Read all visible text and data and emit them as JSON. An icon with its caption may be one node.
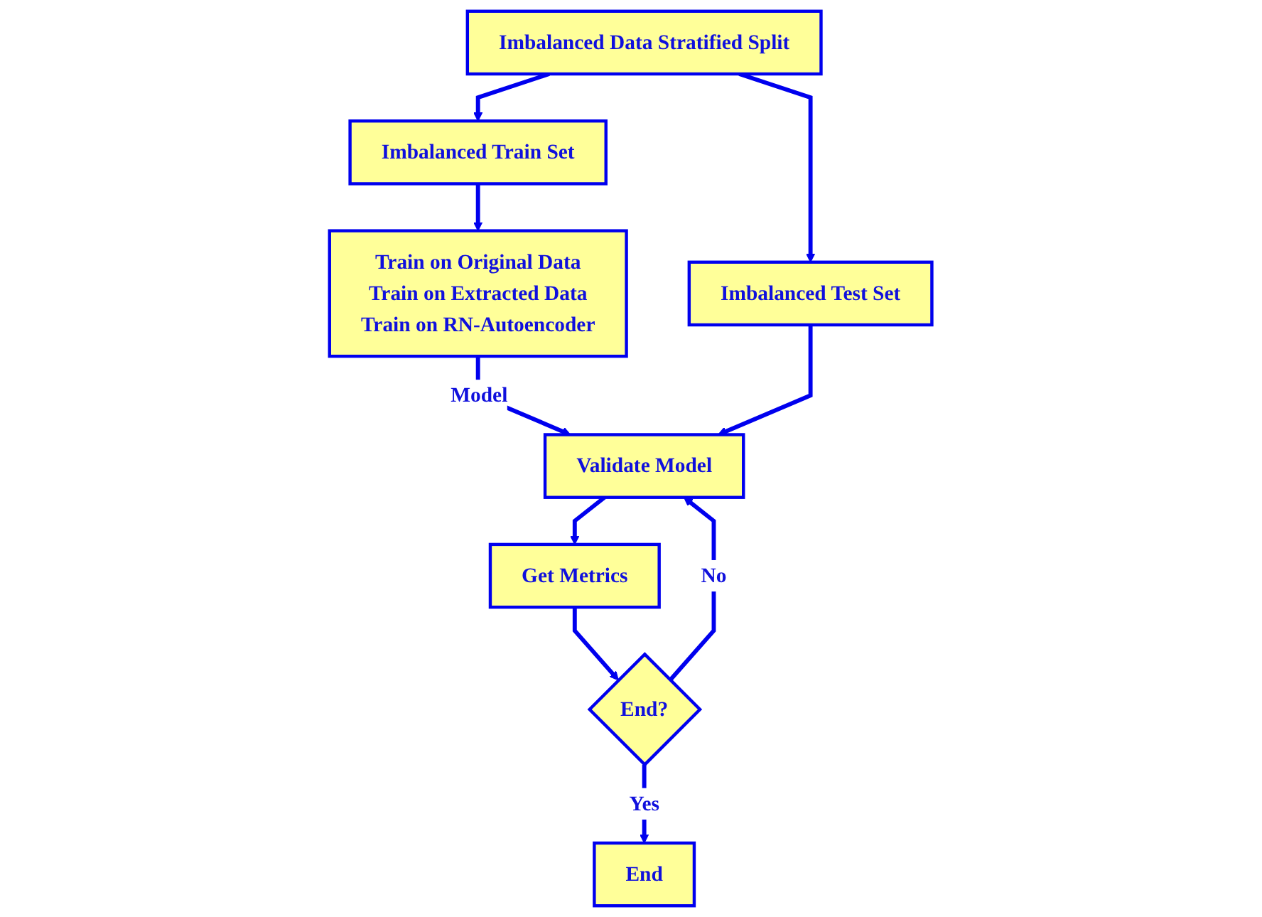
{
  "diagram": {
    "nodes": [
      {
        "text": [
          "Imbalanced Data Stratified Split"
        ]
      },
      {
        "text": [
          "Imbalanced Train Set"
        ]
      },
      {
        "text": [
          "Imbalanced Test Set"
        ]
      },
      {
        "text": [
          "Train on Original Data",
          "Train on Extracted Data",
          "Train on RN-Autoencoder"
        ]
      },
      {
        "text": [
          "Validate Model"
        ]
      },
      {
        "text": [
          "Get Metrics"
        ]
      },
      {
        "text": [
          "End?"
        ]
      },
      {
        "text": [
          "End"
        ]
      }
    ],
    "edges": [
      {
        "from": 0,
        "to": 1,
        "arrow": "to"
      },
      {
        "from": 0,
        "to": 2,
        "arrow": "to"
      },
      {
        "from": 1,
        "to": 3,
        "arrow": "to"
      },
      {
        "from": 3,
        "to": 4,
        "arrow": "to",
        "label": "Model"
      },
      {
        "from": 2,
        "to": 4,
        "arrow": "to"
      },
      {
        "from": 4,
        "to": 5,
        "arrow": "to"
      },
      {
        "from": 5,
        "to": 6,
        "arrow": "to"
      },
      {
        "from": 6,
        "to": 7,
        "arrow": "to",
        "label": "Yes"
      },
      {
        "from": 6,
        "to": 4,
        "arrow": "to",
        "label": "No"
      }
    ]
  }
}
